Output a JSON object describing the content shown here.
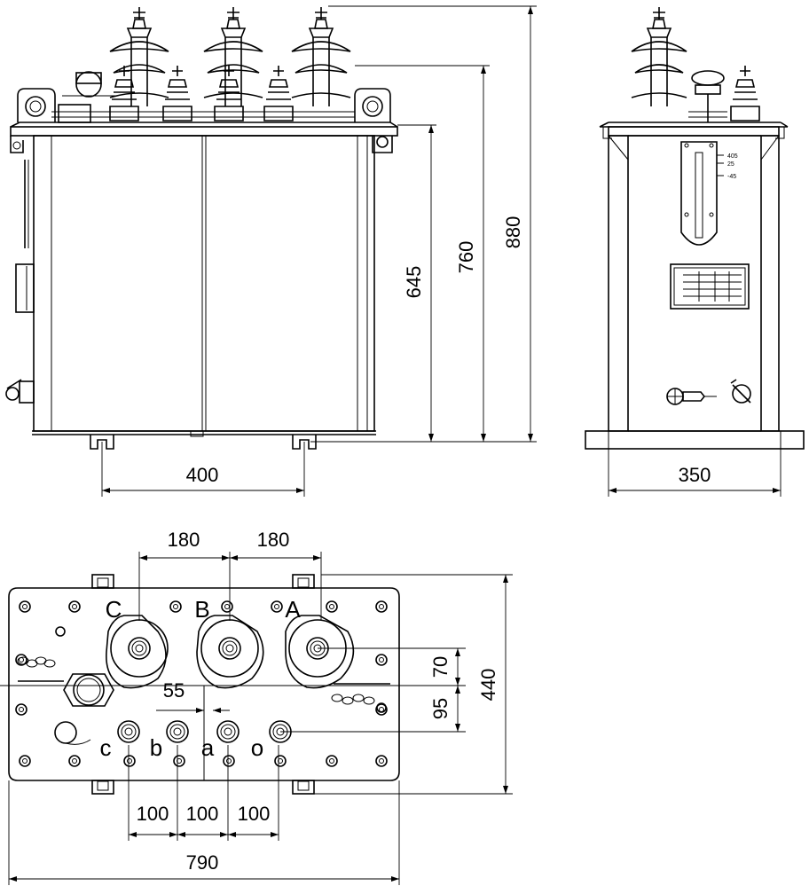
{
  "dimensions": {
    "front_width": "400",
    "tank_height": "645",
    "height_to_lid": "760",
    "total_height": "880",
    "side_width": "350",
    "pitch_hv_1": "180",
    "pitch_hv_2": "180",
    "offset_55": "55",
    "offset_70": "70",
    "offset_95": "95",
    "depth_440": "440",
    "pitch_lv_1": "100",
    "pitch_lv_2": "100",
    "pitch_lv_3": "100",
    "total_length": "790"
  },
  "hv_terminals": [
    "C",
    "B",
    "A"
  ],
  "lv_terminals": [
    "c",
    "b",
    "a",
    "o"
  ],
  "side_plate_lines": [
    "405",
    "25",
    "-45"
  ]
}
